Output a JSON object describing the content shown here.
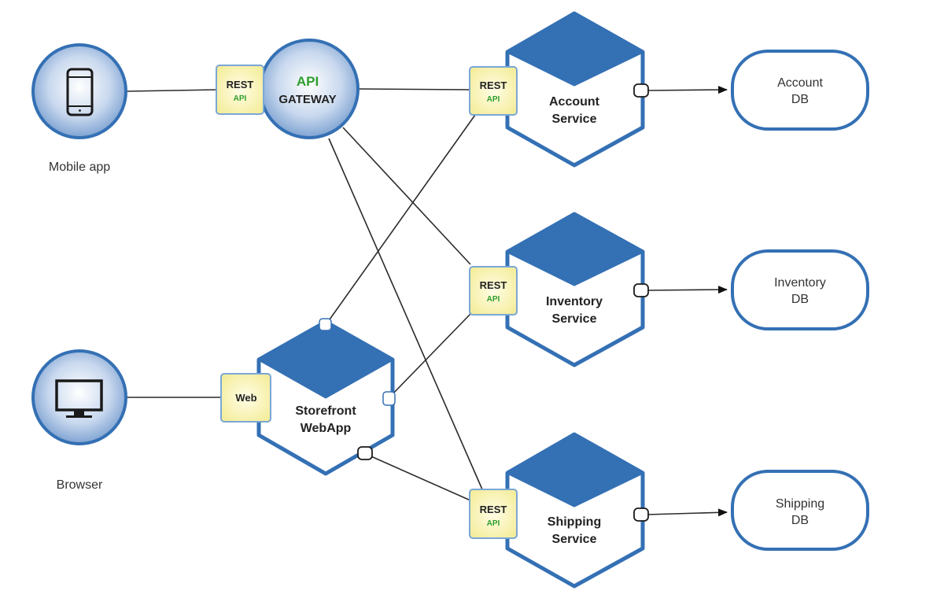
{
  "clients": {
    "mobile": {
      "label": "Mobile app",
      "icon": "smartphone-icon"
    },
    "browser": {
      "label": "Browser",
      "icon": "monitor-icon"
    }
  },
  "gateway": {
    "line1": "API",
    "line2": "GATEWAY",
    "port_label": "REST",
    "port_sublabel": "API"
  },
  "storefront": {
    "line1": "Storefront",
    "line2": "WebApp",
    "port_label": "Web"
  },
  "services": [
    {
      "line1": "Account",
      "line2": "Service",
      "port_label": "REST",
      "port_sublabel": "API",
      "db_line1": "Account",
      "db_line2": "DB"
    },
    {
      "line1": "Inventory",
      "line2": "Service",
      "port_label": "REST",
      "port_sublabel": "API",
      "db_line1": "Inventory",
      "db_line2": "DB"
    },
    {
      "line1": "Shipping",
      "line2": "Service",
      "port_label": "REST",
      "port_sublabel": "API",
      "db_line1": "Shipping",
      "db_line2": "DB"
    }
  ],
  "colors": {
    "primary_blue": "#3470b4",
    "api_green": "#2e9e2e",
    "port_yellow": "#fbf6b4",
    "line": "#2b2b2b"
  }
}
